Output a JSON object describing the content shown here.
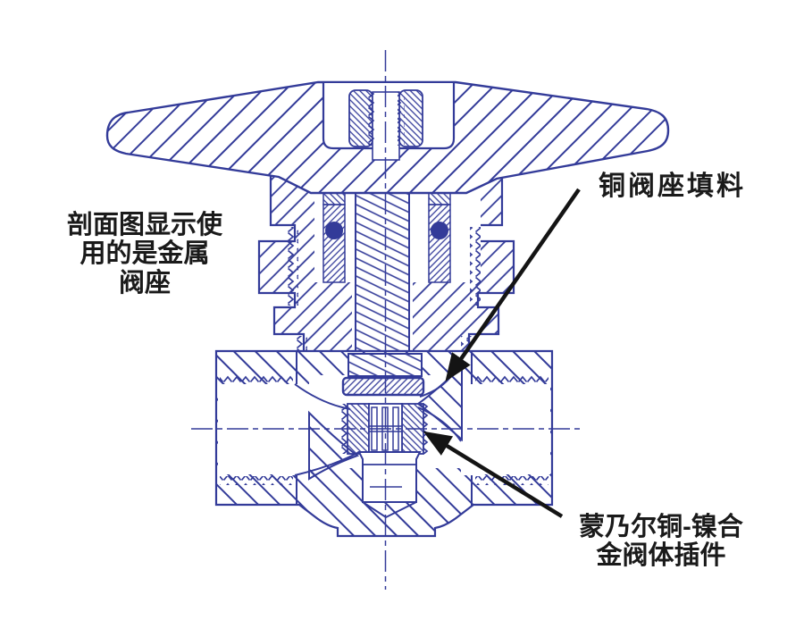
{
  "figure": {
    "title": "valve cross-section diagram",
    "line_color": "#333b99",
    "arrow_color": "#141414",
    "text_color": "#1a1a1a",
    "background_color": "#ffffff",
    "labels": {
      "left_note": "剖面图显示使\n用的是金属\n阀座",
      "seat_packing": "铜阀座填料",
      "body_insert": "蒙乃尔铜-镍合\n金阀体插件"
    }
  }
}
